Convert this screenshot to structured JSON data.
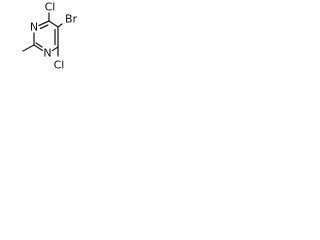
{
  "structure": {
    "atoms": {
      "cl_top": "Cl",
      "br": "Br",
      "n_upper": "N",
      "n_lower": "N",
      "cl_bottom": "Cl"
    }
  }
}
